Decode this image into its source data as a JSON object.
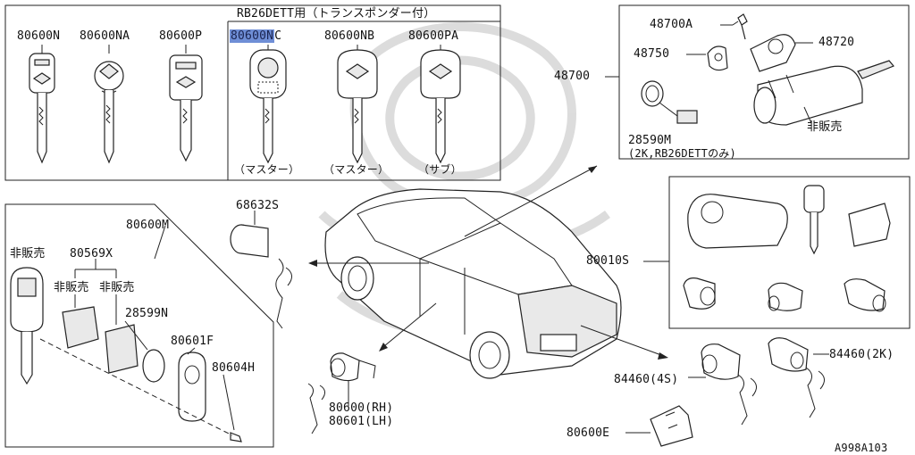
{
  "key_panel": {
    "header": "RB26DETT用（トランスポンダー付）",
    "labels": [
      "80600N",
      "80600NA",
      "80600P",
      "80600NC",
      "80600NB",
      "80600PA"
    ],
    "highlight_text": "80600N",
    "highlight_rest": "C",
    "captions": [
      "（マスター）",
      "（マスター）",
      "（サブ）"
    ]
  },
  "ignition_panel": {
    "parent": "48700",
    "parts": [
      "48700A",
      "48720",
      "48750",
      "28590M"
    ],
    "note_28590M": "(2K,RB26DETTのみ)",
    "not_for_sale": "非販売"
  },
  "remote_panel": {
    "parent": "80600M",
    "parts": [
      "80569X",
      "28599N",
      "80601F",
      "80604H"
    ],
    "not_for_sale": "非販売"
  },
  "set_panel": {
    "label": "80010S"
  },
  "callouts": {
    "door_cyl": "68632S",
    "door_rh": "80600(RH)",
    "door_lh": "80601(LH)",
    "trunk_4s": "84460(4S)",
    "trunk_2k": "84460(2K)",
    "bracket": "80600E"
  },
  "diagram_id": "A998A103"
}
